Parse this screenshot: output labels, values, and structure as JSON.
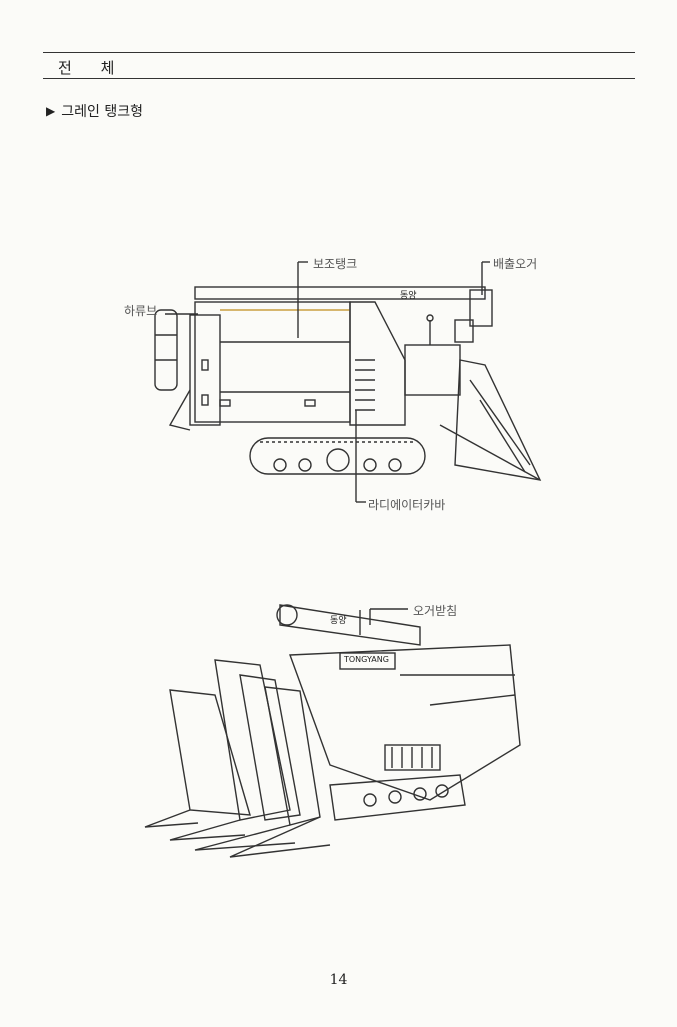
{
  "header": {
    "section_title": "전 체"
  },
  "subheading": {
    "marker_icon": "triangle-right-icon",
    "text": "그레인 탱크형"
  },
  "figure_side": {
    "labels": {
      "aux_tank": "보조탱크",
      "discharge_auger": "배출오거",
      "chute": "하류브",
      "radiator_cover": "라디에이터카바",
      "brand_mark": "동양"
    }
  },
  "figure_front": {
    "labels": {
      "auger_support": "오거받침",
      "brand_mark": "동양",
      "brand_plate": "TONGYANG"
    }
  },
  "footer": {
    "page_number": "14"
  },
  "colors": {
    "ink": "#333333",
    "paper": "#fbfbf8",
    "accent_line": "#c9a040"
  }
}
